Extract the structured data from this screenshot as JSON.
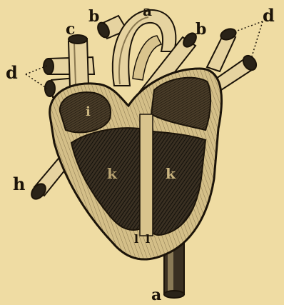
{
  "figure": {
    "subject": "heart-section-engraving",
    "colors": {
      "paper": "#efdca3",
      "ink": "#1c1409",
      "vessel": "#e6d3a0",
      "cavity": "#2a2318",
      "wall": "#d9c48d"
    },
    "labels": [
      {
        "id": "label-a-top",
        "text": "a"
      },
      {
        "id": "label-a-bottom",
        "text": "a"
      },
      {
        "id": "label-b-left",
        "text": "b"
      },
      {
        "id": "label-b-right",
        "text": "b"
      },
      {
        "id": "label-c",
        "text": "c"
      },
      {
        "id": "label-d-left",
        "text": "d"
      },
      {
        "id": "label-d-right",
        "text": "d"
      },
      {
        "id": "label-h",
        "text": "h"
      },
      {
        "id": "label-i",
        "text": "i"
      },
      {
        "id": "label-k-left",
        "text": "k"
      },
      {
        "id": "label-k-right",
        "text": "k"
      },
      {
        "id": "label-l-left",
        "text": "l"
      },
      {
        "id": "label-l-right",
        "text": "l"
      }
    ]
  }
}
